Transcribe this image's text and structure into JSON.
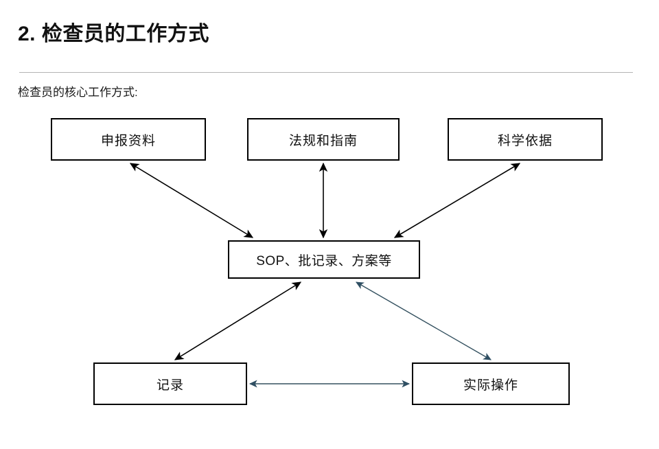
{
  "slide": {
    "title": "2. 检查员的工作方式",
    "lead_text": "检查员的核心工作方式:"
  },
  "diagram": {
    "nodes": {
      "apply": "申报资料",
      "regulation": "法规和指南",
      "science": "科学依据",
      "sop": "SOP、批记录、方案等",
      "record": "记录",
      "operation": "实际操作"
    },
    "colors": {
      "node_border": "#000000",
      "node_fill": "#ffffff",
      "arrow_black": "#000000",
      "arrow_blue": "#2f4f63",
      "rule": "#b4b4b4",
      "text": "#111111"
    },
    "connectors": [
      {
        "id": "apply-sop",
        "from": "申报资料",
        "to": "SOP、批记录、方案等",
        "style": "double-arrow",
        "color": "#000000"
      },
      {
        "id": "reg-sop",
        "from": "法规和指南",
        "to": "SOP、批记录、方案等",
        "style": "double-arrow",
        "color": "#000000"
      },
      {
        "id": "sci-sop",
        "from": "科学依据",
        "to": "SOP、批记录、方案等",
        "style": "double-arrow",
        "color": "#000000"
      },
      {
        "id": "record-sop",
        "from": "记录",
        "to": "SOP、批记录、方案等",
        "style": "double-arrow",
        "color": "#000000"
      },
      {
        "id": "sop-ops",
        "from": "SOP、批记录、方案等",
        "to": "实际操作",
        "style": "double-arrow",
        "color": "#2f4f63"
      },
      {
        "id": "record-ops",
        "from": "记录",
        "to": "实际操作",
        "style": "double-arrow",
        "color": "#2f4f63"
      }
    ]
  }
}
